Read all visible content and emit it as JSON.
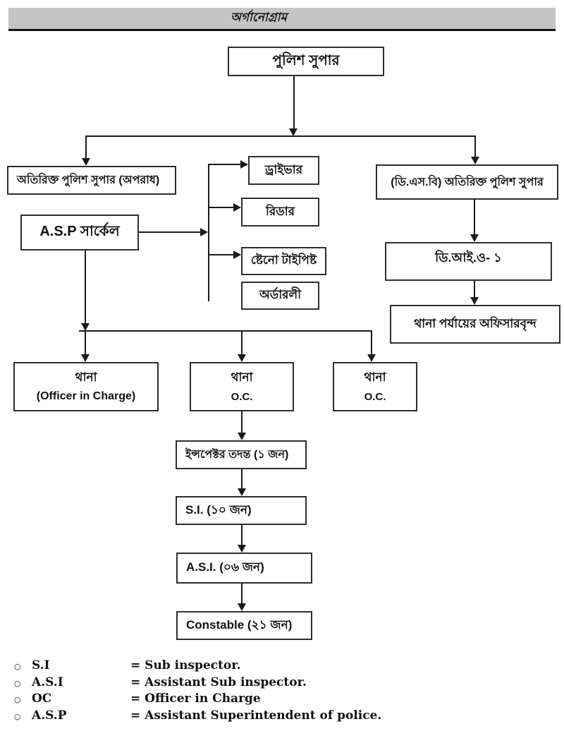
{
  "header": {
    "title": "অর্গানোগ্রাম"
  },
  "chart": {
    "root": "পুলিশ সুপার",
    "left_branch": {
      "addl_sp_crime": "অতিরিক্ত পুলিশ সুপার (অপরাধ)",
      "asp_circle": "A.S.P সার্কেল"
    },
    "staff": {
      "driver": "ড্রাইভার",
      "reader": "রিডার",
      "steno_typist": "ষ্টেনো টাইপিষ্ট",
      "orderly": "অর্ডারলী"
    },
    "right_branch": {
      "dsb_addl_sp": "(ডি.এস.বি) অতিরিক্ত পুলিশ সুপার",
      "dio_1": "ডি.আই.ও- ১",
      "thana_officers": "থানা পর্যায়ের অফিসারবৃন্দ"
    },
    "thanas": [
      {
        "title": "থানা",
        "subtitle": "(Officer in Charge)"
      },
      {
        "title": "থানা",
        "subtitle": "O.C."
      },
      {
        "title": "থানা",
        "subtitle": "O.C."
      }
    ],
    "chain": {
      "inspector": "ইন্সপেক্টর তদন্ত (১ জন)",
      "si": "S.I. (১০ জন)",
      "asi": "A.S.I. (০৬ জন)",
      "constable": "Constable (২১ জন)"
    }
  },
  "legend": {
    "bullet": "○",
    "items": [
      {
        "term": "S.I",
        "definition": "= Sub inspector."
      },
      {
        "term": "A.S.I",
        "definition": "= Assistant Sub inspector."
      },
      {
        "term": "OC",
        "definition": "= Officer in Charge"
      },
      {
        "term": "A.S.P",
        "definition": "= Assistant Superintendent of police."
      }
    ]
  },
  "colors": {
    "bar_bg": "#c5c5c5",
    "line": "#1a1a1a"
  }
}
